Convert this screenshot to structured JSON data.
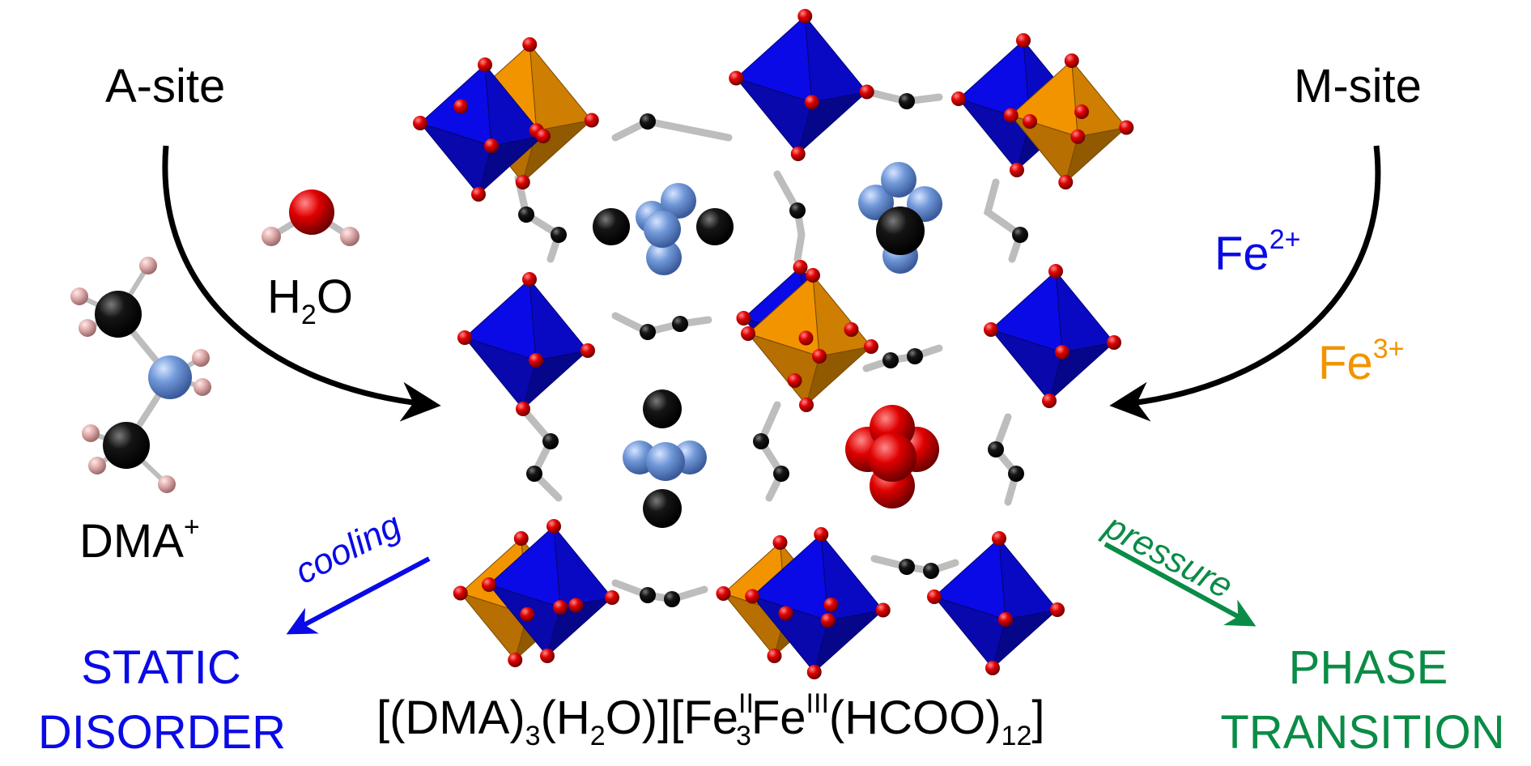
{
  "labels": {
    "a_site": "A-site",
    "m_site": "M-site",
    "water": {
      "main_1": "H",
      "sub": "2",
      "main_2": "O"
    },
    "dma": {
      "main": "DMA",
      "sup": "+"
    },
    "fe2": {
      "main": "Fe",
      "sup": "2+"
    },
    "fe3": {
      "main": "Fe",
      "sup": "3+"
    },
    "cooling": "cooling",
    "pressure": "pressure",
    "static_disorder_line1": "STATIC",
    "static_disorder_line2": "DISORDER",
    "phase_transition_line1": "PHASE",
    "phase_transition_line2": "TRANSITION"
  },
  "formula": {
    "p1": "[(DMA)",
    "s1": "3",
    "p2": "(H",
    "s2": "2",
    "p3": "O)][Fe",
    "sup1": "II",
    "s3": "3",
    "p4": "Fe",
    "sup2": "III",
    "p5": "(HCOO)",
    "s4": "12",
    "p6": "]"
  },
  "colors": {
    "fe2": "#0a0ae6",
    "fe3": "#f29400",
    "pressure": "#0a8c46",
    "cooling": "#0a0ae6",
    "black": "#000000",
    "oxygen": "#d40000",
    "nitrogen": "#6f95d6",
    "hydrogen": "#d9a0a0"
  }
}
